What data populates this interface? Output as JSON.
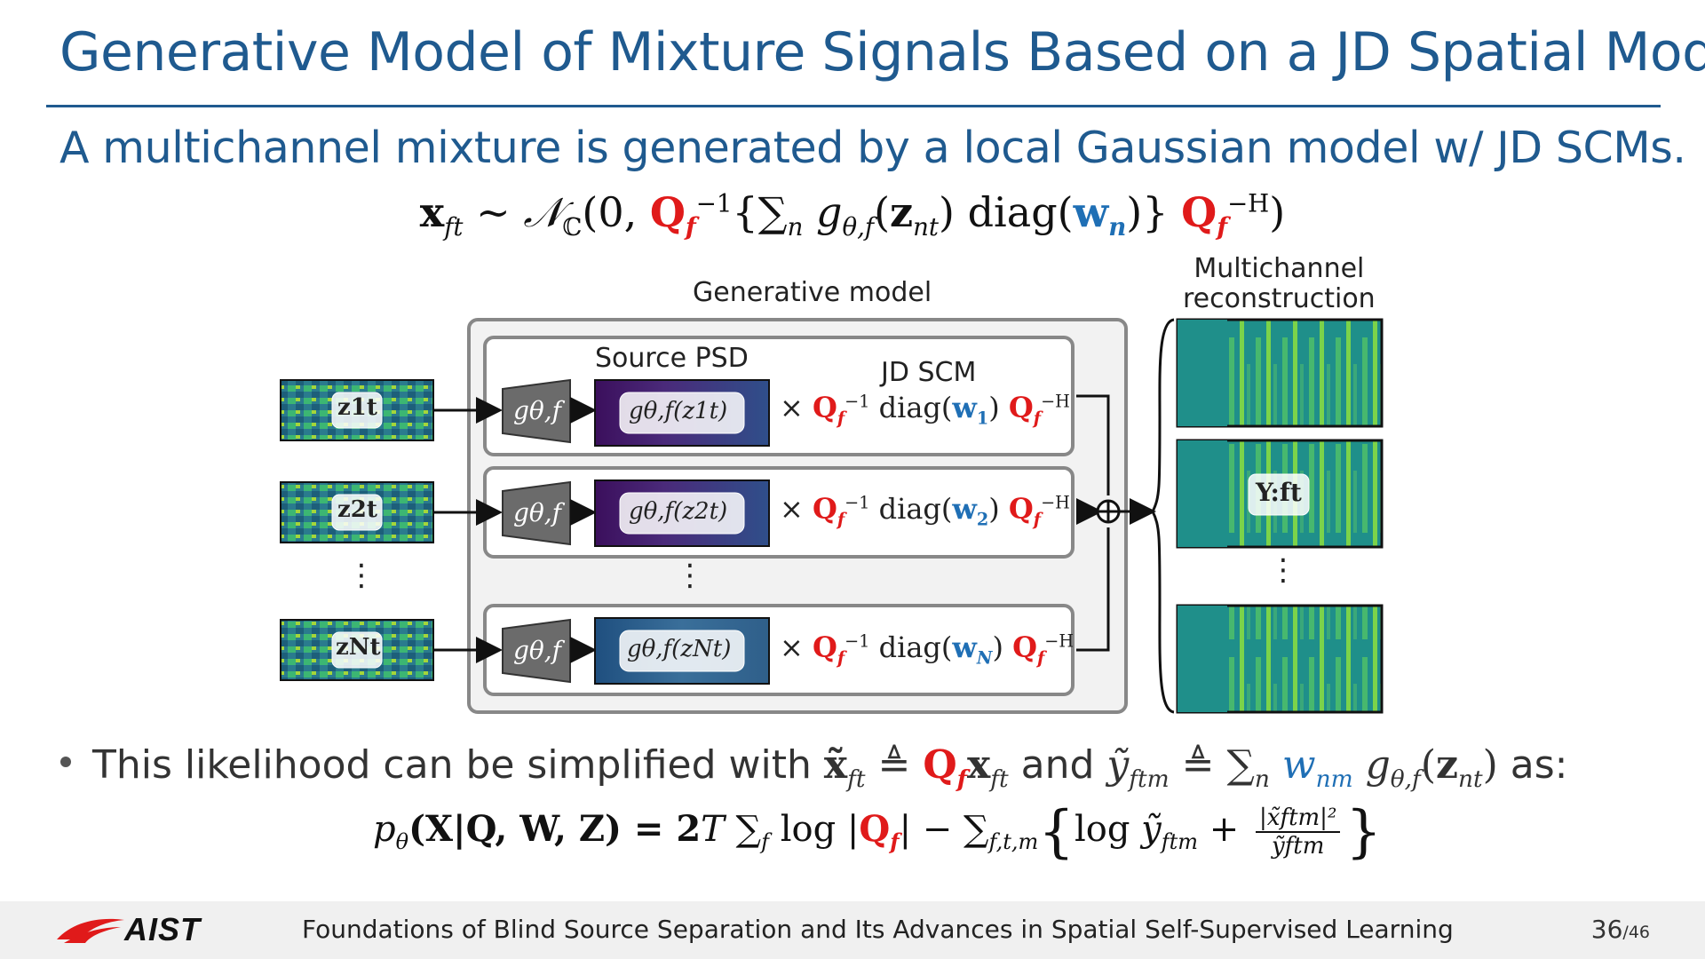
{
  "slide": {
    "title": "Generative Model of Mixture Signals Based on a JD Spatial Model",
    "subtitle": "A multichannel mixture is generated by a local Gaussian model w/ JD SCMs."
  },
  "equation_main": {
    "x": "x",
    "x_sub": "ft",
    "sim": " ~ ",
    "N": "𝒩",
    "N_sub": "ℂ",
    "open": "(0, ",
    "Q": "Q",
    "Q_sub": "f",
    "Q_sup_inv": "−1",
    "brace_open": "{",
    "sum": "∑",
    "sum_sub": "n",
    "g": " g",
    "g_sub": "θ,f",
    "z_open": "(",
    "z": "z",
    "z_sub": "nt",
    "z_close": ")",
    "diag": " diag(",
    "w": "w",
    "w_sub": "n",
    "diag_close": ")",
    "brace_close": "} ",
    "Q_sup_H": "−H",
    "close": ")"
  },
  "diagram": {
    "generative_model_label": "Generative model",
    "multichannel_label_line1": "Multichannel",
    "multichannel_label_line2": "reconstruction",
    "source_psd_label": "Source PSD",
    "jd_scm_label": "JD SCM",
    "vdots": "⋮",
    "decoder_label": "gθ,f",
    "output_label": "Y:ft",
    "rows": [
      {
        "latent": "z1t",
        "psd": "gθ,f(z1t)",
        "scm_times": "× ",
        "scm_Q": "Q",
        "scm_Q_sub": "f",
        "scm_Q_sup": "−1",
        "scm_diag": " diag(",
        "scm_w": "w",
        "scm_w_sub": "1",
        "scm_close": ") ",
        "scm_QH_sup": "−H"
      },
      {
        "latent": "z2t",
        "psd": "gθ,f(z2t)",
        "scm_times": "× ",
        "scm_Q": "Q",
        "scm_Q_sub": "f",
        "scm_Q_sup": "−1",
        "scm_diag": " diag(",
        "scm_w": "w",
        "scm_w_sub": "2",
        "scm_close": ") ",
        "scm_QH_sup": "−H"
      },
      {
        "latent": "zNt",
        "psd": "gθ,f(zNt)",
        "scm_times": "× ",
        "scm_Q": "Q",
        "scm_Q_sub": "f",
        "scm_Q_sup": "−1",
        "scm_diag": " diag(",
        "scm_w": "w",
        "scm_w_sub": "N",
        "scm_close": ") ",
        "scm_QH_sup": "−H"
      }
    ],
    "colors": {
      "psd_dark": "#3b0f5c",
      "psd_blue": "#2f5f8a",
      "spectro_teal": "#1f8f8a",
      "spectro_green": "#7bd34a",
      "decoder_gray": "#6b6b6b",
      "box_border": "#888888",
      "panel_bg": "#f2f2f2"
    }
  },
  "bullet": {
    "pre": "This likelihood can be simplified with ",
    "xt": "x̃",
    "xt_sub": "ft",
    "def1": " ≜ ",
    "Q": "Q",
    "Q_sub": "f",
    "x": "x",
    "x_sub": "ft",
    "and": " and ",
    "yt": "ỹ",
    "yt_sub": "ftm",
    "def2": " ≜ ",
    "sum": "∑",
    "sum_sub": "n",
    "w": " w",
    "w_sub": "nm",
    "g": " g",
    "g_sub": "θ,f",
    "z_open": "(",
    "z": "z",
    "z_sub": "nt",
    "z_close": ")",
    "post": " as:"
  },
  "equation_likelihood": {
    "p": "p",
    "p_sub": "θ",
    "args": "(X|Q, W, Z) = 2",
    "T": "T",
    "sum1": " ∑",
    "sum1_sub": "f",
    "log": " log |",
    "Q": "Q",
    "Q_sub": "f",
    "abs_close": "| − ",
    "sum2": "∑",
    "sum2_sub": "f,t,m",
    "brace_open": "{",
    "log2": "log ",
    "y": "ỹ",
    "y_sub": "ftm",
    "plus": " + ",
    "frac_num": "|x̃ftm|²",
    "frac_den": "ỹftm",
    "brace_close": "}"
  },
  "footer": {
    "logo_text": "AIST",
    "text": "Foundations of Blind Source Separation and Its Advances in Spatial Self-Supervised Learning",
    "page": "36",
    "total": "/46"
  }
}
